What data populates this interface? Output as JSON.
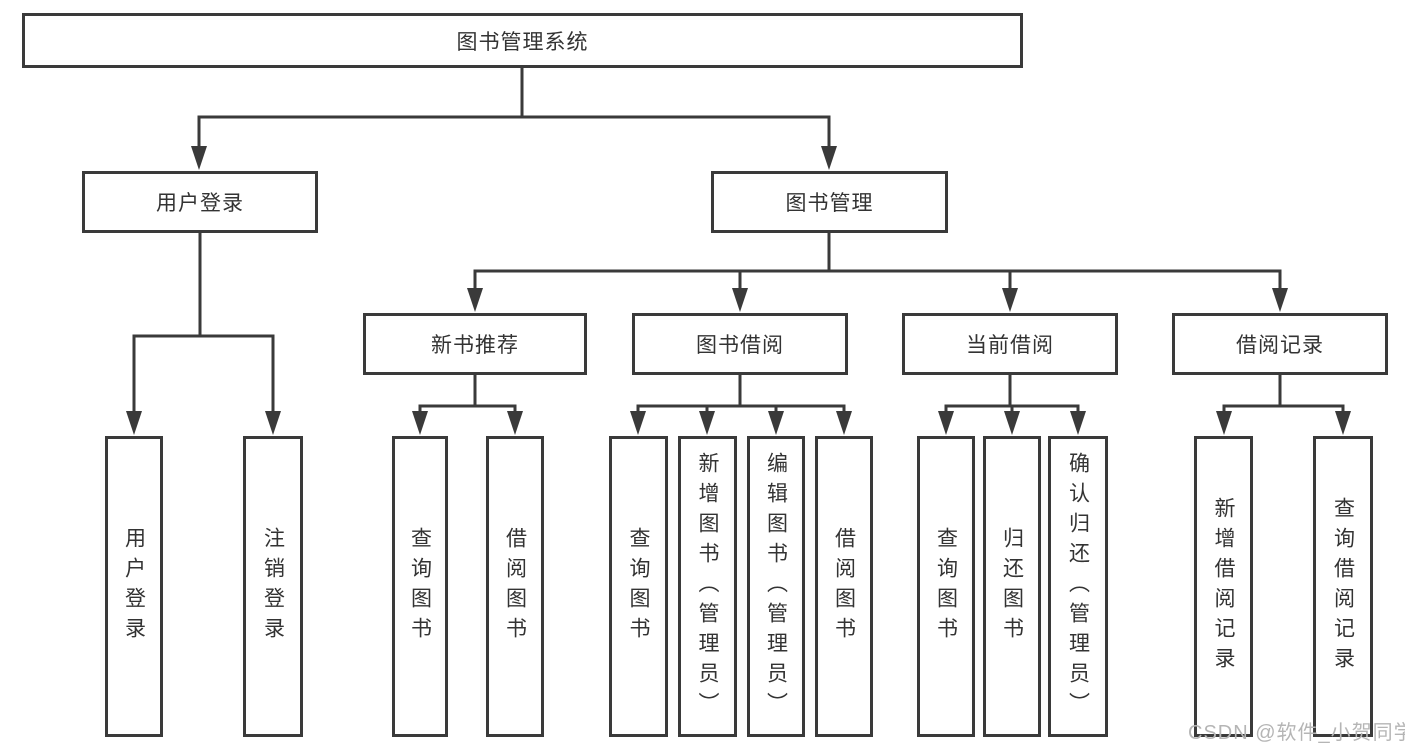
{
  "diagram": {
    "title": "图书管理系统",
    "type": "hierarchy-tree",
    "nodes": {
      "root": {
        "label": "图书管理系统"
      },
      "user_login": {
        "label": "用户登录"
      },
      "book_mgmt": {
        "label": "图书管理"
      },
      "new_book": {
        "label": "新书推荐"
      },
      "book_borrow": {
        "label": "图书借阅"
      },
      "cur_borrow": {
        "label": "当前借阅"
      },
      "records": {
        "label": "借阅记录"
      },
      "leaf_login": {
        "label": "用户登录"
      },
      "leaf_logout": {
        "label": "注销登录"
      },
      "leaf_nb_query": {
        "label": "查询图书"
      },
      "leaf_nb_borrow": {
        "label": "借阅图书"
      },
      "leaf_bb_query": {
        "label": "查询图书"
      },
      "leaf_bb_add": {
        "label": "新增图书（管理员）"
      },
      "leaf_bb_edit": {
        "label": "编辑图书（管理员）"
      },
      "leaf_bb_borrow": {
        "label": "借阅图书"
      },
      "leaf_cb_query": {
        "label": "查询图书"
      },
      "leaf_cb_return": {
        "label": "归还图书"
      },
      "leaf_cb_confirm": {
        "label": "确认归还（管理员）"
      },
      "leaf_rec_add": {
        "label": "新增借阅记录"
      },
      "leaf_rec_query": {
        "label": "查询借阅记录"
      }
    },
    "edges": [
      {
        "from": "图书管理系统",
        "to": [
          "用户登录",
          "图书管理"
        ]
      },
      {
        "from": "用户登录",
        "to": [
          "用户登录",
          "注销登录"
        ]
      },
      {
        "from": "图书管理",
        "to": [
          "新书推荐",
          "图书借阅",
          "当前借阅",
          "借阅记录"
        ]
      },
      {
        "from": "新书推荐",
        "to": [
          "查询图书",
          "借阅图书"
        ]
      },
      {
        "from": "图书借阅",
        "to": [
          "查询图书",
          "新增图书（管理员）",
          "编辑图书（管理员）",
          "借阅图书"
        ]
      },
      {
        "from": "当前借阅",
        "to": [
          "查询图书",
          "归还图书",
          "确认归还（管理员）"
        ]
      },
      {
        "from": "借阅记录",
        "to": [
          "新增借阅记录",
          "查询借阅记录"
        ]
      }
    ]
  },
  "watermark": {
    "text": "CSDN @软件_小贺同学"
  },
  "colors": {
    "background": "#ffffff",
    "line": "#3a3a3a",
    "box_border": "#3a3a3a",
    "text": "#333333",
    "watermark": "#b5b5b5"
  }
}
